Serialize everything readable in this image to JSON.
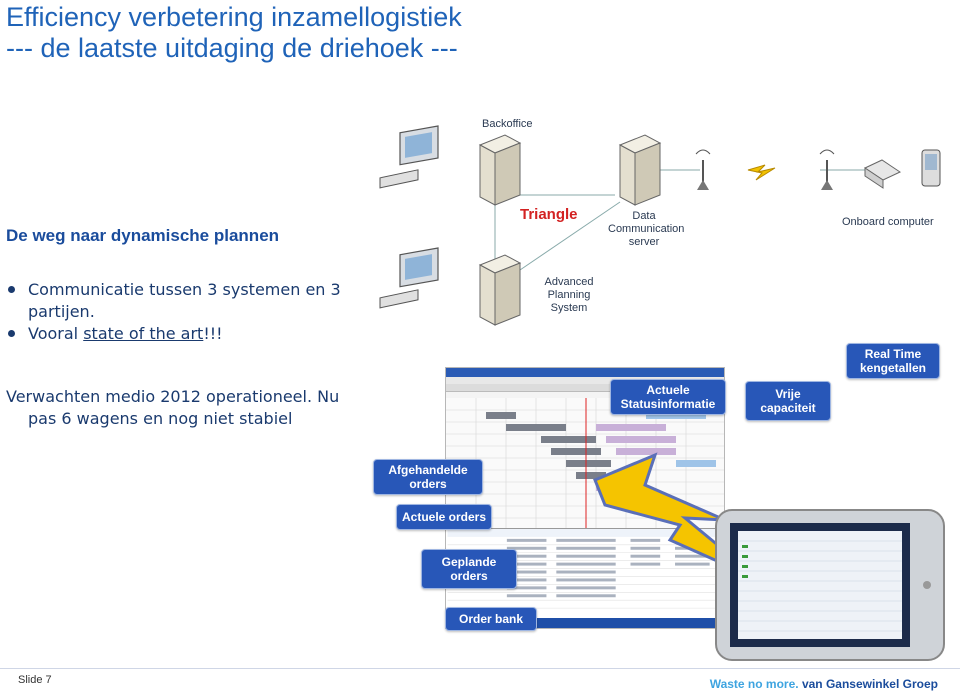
{
  "title": {
    "line1": "Efficiency verbetering inzamellogistiek",
    "line2": "--- de laatste uitdaging de driehoek ---"
  },
  "subhead": "De weg naar dynamische plannen",
  "bullets": [
    {
      "text": "Communicatie tussen 3 systemen en 3 partijen."
    },
    {
      "prefix": "Vooral ",
      "underlined": "state of the art",
      "suffix": "!!!"
    }
  ],
  "body": {
    "line1": "Verwachten medio 2012 operationeel. Nu",
    "line2": "pas 6 wagens en nog niet stabiel"
  },
  "diagram": {
    "backoffice": "Backoffice",
    "triangle": "Triangle",
    "data_server": [
      "Data",
      "Communication",
      "server"
    ],
    "onboard": "Onboard computer",
    "aps": [
      "Advanced",
      "Planning",
      "System"
    ]
  },
  "callouts": {
    "real_time": [
      "Real Time",
      "kengetallen"
    ],
    "actuele_status": [
      "Actuele",
      "Statusinformatie"
    ],
    "vrije": [
      "Vrije",
      "capaciteit"
    ],
    "afgehandelde": [
      "Afgehandelde",
      "orders"
    ],
    "actuele_orders": [
      "Actuele orders"
    ],
    "geplande": [
      "Geplande",
      "orders"
    ],
    "order_bank": [
      "Order bank"
    ]
  },
  "footer": {
    "slide": "Slide 7",
    "tagline": "Waste no more.",
    "brand": "van Gansewinkel Groep"
  },
  "colors": {
    "title": "#1f63b8",
    "callout": "#2857b8",
    "triangle": "#d32222",
    "lightning": "#f2c200"
  }
}
